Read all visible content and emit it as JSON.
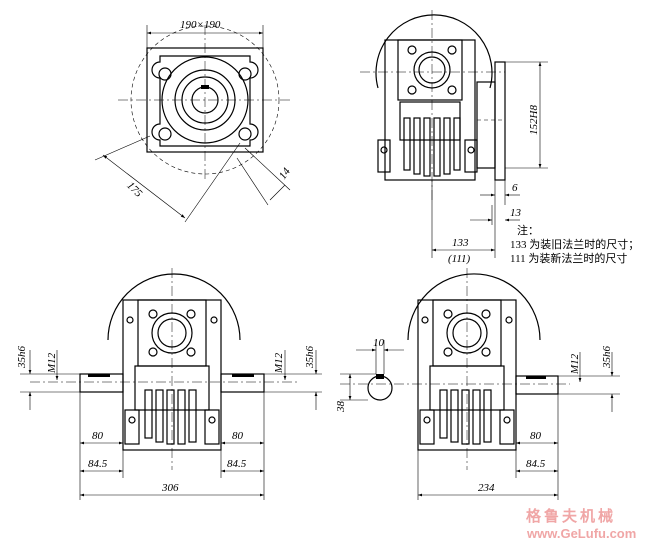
{
  "top_left_view": {
    "flange_size": "190×190",
    "diagonal": "175",
    "bolt_hole": "14"
  },
  "top_right_view": {
    "flange_fit": "152H8",
    "dim_6": "6",
    "dim_13": "13",
    "dim_133": "133",
    "dim_111": "(111)",
    "notes": {
      "heading": "注：",
      "line1": "133 为装旧法兰时的尺寸；",
      "line2": "111 为装新法兰时的尺寸"
    }
  },
  "bottom_left_view": {
    "shaft_left": "35h6",
    "thread_left": "M12",
    "shaft_right": "35h6",
    "thread_right": "M12",
    "len_left": "80",
    "len_right": "80",
    "off_left": "84.5",
    "off_right": "84.5",
    "overall": "306"
  },
  "bottom_right_view": {
    "key_width": "10",
    "key_height": "38",
    "thread": "M12",
    "shaft": "35h6",
    "len": "80",
    "off": "84.5",
    "overall": "234"
  },
  "watermark": {
    "cn": "格鲁夫机械",
    "url": "www.GeLufu.com"
  }
}
